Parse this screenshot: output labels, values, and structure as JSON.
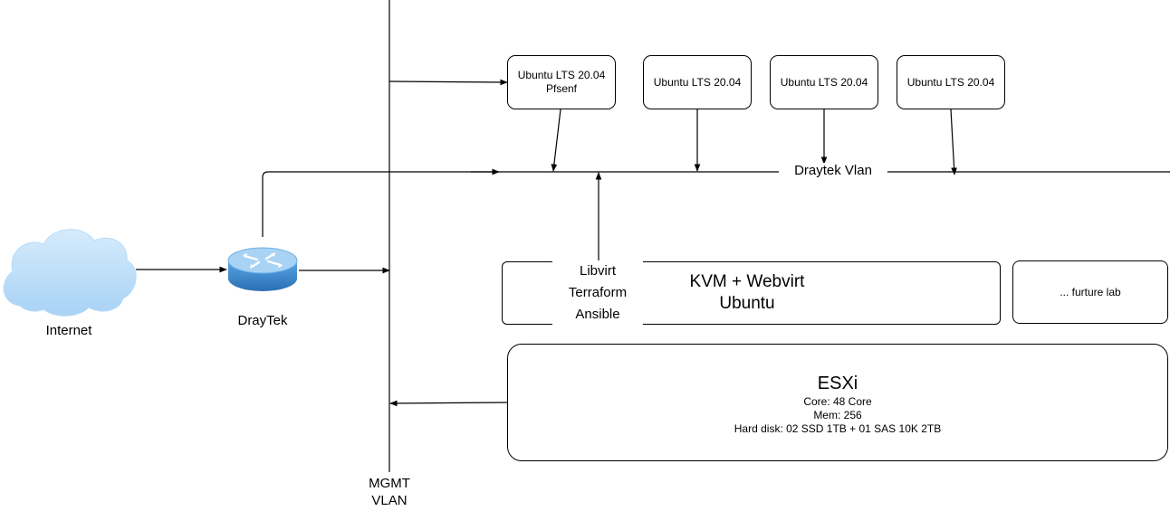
{
  "internet": {
    "label": "Internet"
  },
  "router": {
    "label": "DrayTek"
  },
  "mgmt_vlan": {
    "line1": "MGMT",
    "line2": "VLAN"
  },
  "draytek_vlan": {
    "label": "Draytek Vlan"
  },
  "vms": [
    {
      "line1": "Ubuntu LTS 20.04",
      "line2": "Pfsenf"
    },
    {
      "line1": "Ubuntu LTS 20.04",
      "line2": ""
    },
    {
      "line1": "Ubuntu LTS 20.04",
      "line2": ""
    },
    {
      "line1": "Ubuntu LTS 20.04",
      "line2": ""
    }
  ],
  "kvm": {
    "tools": [
      "Libvirt",
      "Terraform",
      "Ansible"
    ],
    "title": "KVM + Webvirt",
    "subtitle": "Ubuntu"
  },
  "future_lab": {
    "label": "... furture lab"
  },
  "esxi": {
    "title": "ESXi",
    "specs": [
      "Core: 48 Core",
      "Mem: 256",
      "Hard disk: 02 SSD 1TB + 01 SAS 10K 2TB"
    ]
  },
  "colors": {
    "cloud": "#a8d2f6",
    "router_top": "#8fc3ee",
    "router_body": "#3d8fd6",
    "line": "#000000"
  }
}
